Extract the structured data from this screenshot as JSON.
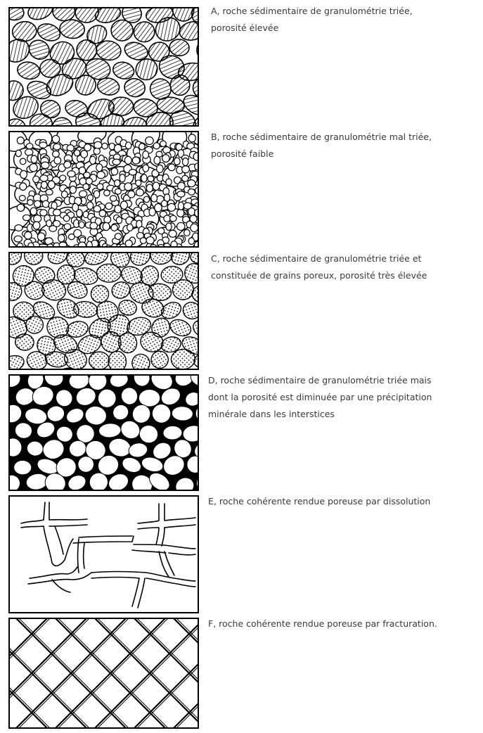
{
  "figure": {
    "panels": [
      {
        "id": "A",
        "pattern": "hatched-sorted-grains",
        "caption_lines": [
          "A, roche sédimentaire de granulométrie triée,",
          "porosité élevée"
        ]
      },
      {
        "id": "B",
        "pattern": "poorly-sorted-grains",
        "caption_lines": [
          "B, roche sédimentaire de granulométrie mal triée,",
          "porosité faible"
        ]
      },
      {
        "id": "C",
        "pattern": "dotted-porous-grains",
        "caption_lines": [
          "C, roche sédimentaire de granulométrie triée et",
          "constituée de grains poreux, porosité très élevée"
        ]
      },
      {
        "id": "D",
        "pattern": "grains-with-mineral-cement",
        "caption_lines": [
          "D, roche sédimentaire de granulométrie triée mais",
          "dont la porosité est diminuée par une précipitation",
          "minérale dans les interstices"
        ]
      },
      {
        "id": "E",
        "pattern": "dissolution-channels",
        "caption_lines": [
          "E, roche cohérente rendue poreuse par dissolution"
        ]
      },
      {
        "id": "F",
        "pattern": "fracture-network",
        "caption_lines": [
          "F, roche cohérente rendue poreuse par fracturation."
        ]
      }
    ],
    "colors": {
      "ink": "#000000",
      "paper": "#ffffff",
      "caption": "#3a3a3a"
    }
  }
}
